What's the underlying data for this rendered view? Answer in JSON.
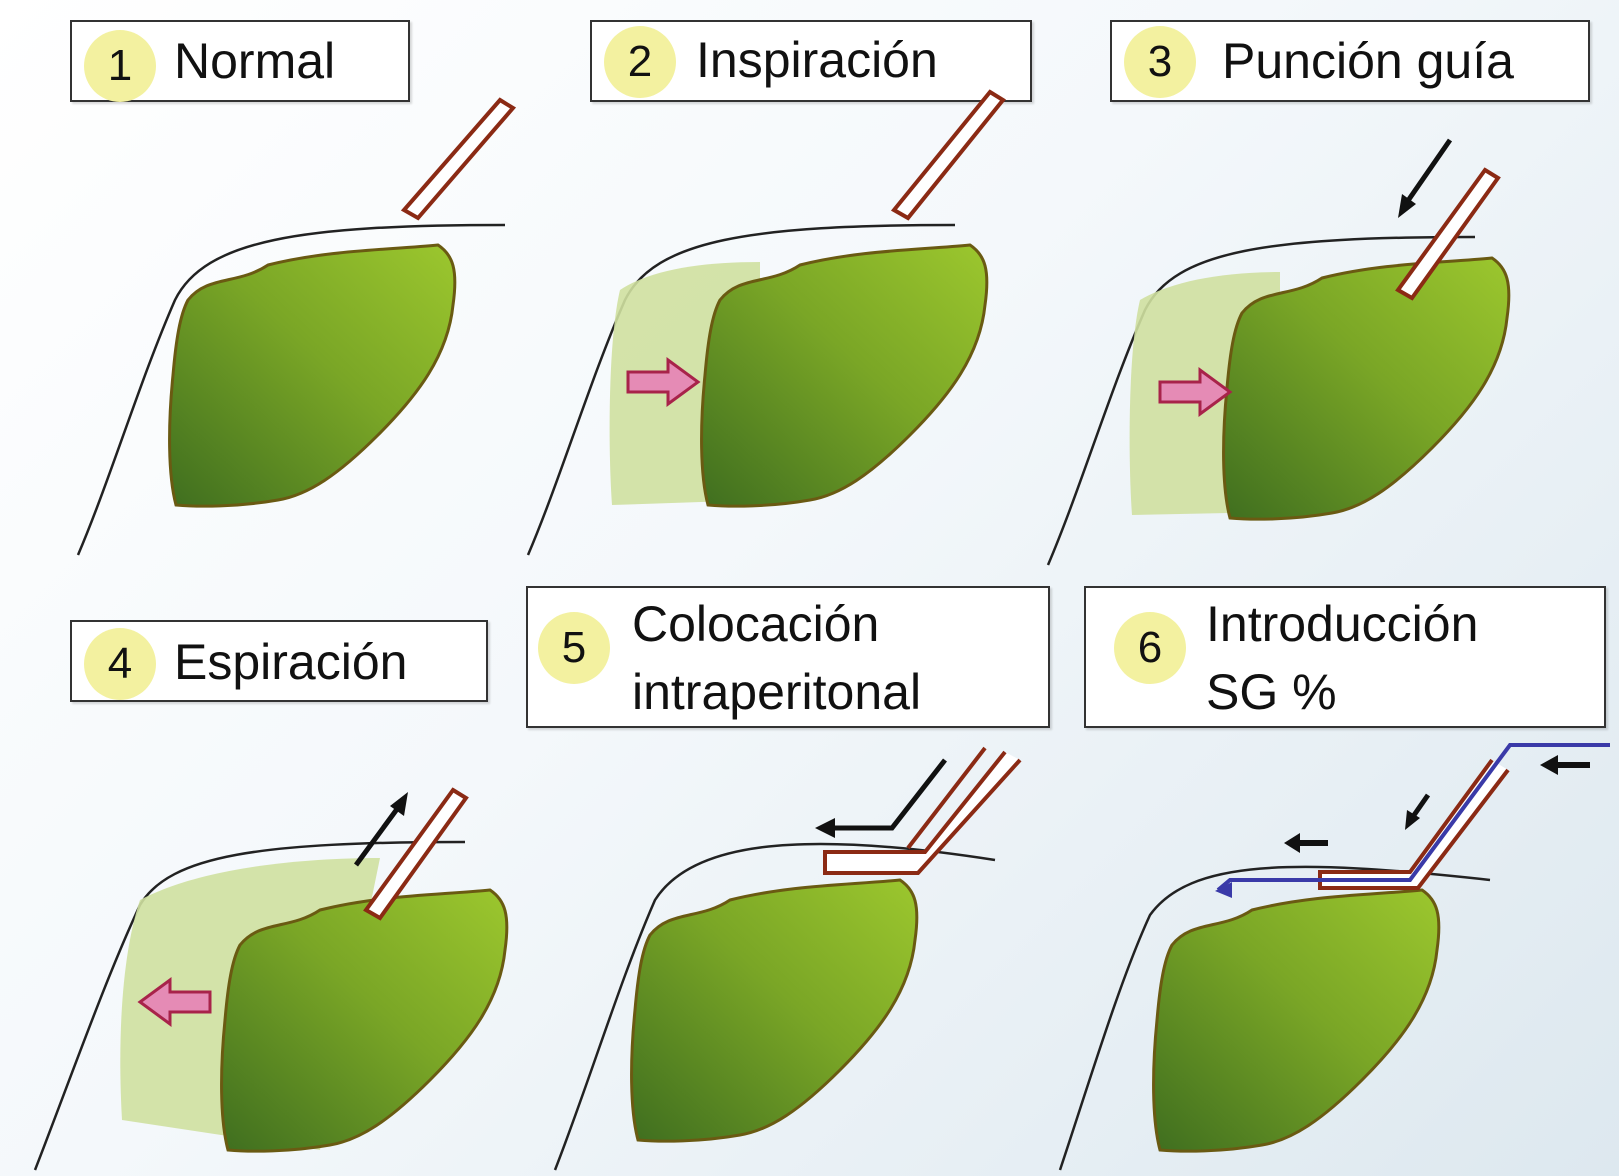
{
  "steps": [
    {
      "number": "1",
      "lines": [
        "Normal"
      ]
    },
    {
      "number": "2",
      "lines": [
        "Inspiración"
      ]
    },
    {
      "number": "3",
      "lines": [
        "Punción guía"
      ]
    },
    {
      "number": "4",
      "lines": [
        "Espiración"
      ]
    },
    {
      "number": "5",
      "lines": [
        "Colocación",
        "intraperitonal"
      ]
    },
    {
      "number": "6",
      "lines": [
        "Introducción",
        "SG %"
      ]
    }
  ],
  "colors": {
    "liver_dark": "#3f6e1f",
    "liver_light": "#8fbb2a",
    "liver_outline": "#6a5a12",
    "liver_ghost": "#cfe0a0",
    "needle": "#8b2a14",
    "motion_arrow": "#a8234a",
    "motion_arrow_fill": "#e58bb5",
    "guidewire": "#3a3aa8",
    "label_circle": "#f3f1a0"
  }
}
